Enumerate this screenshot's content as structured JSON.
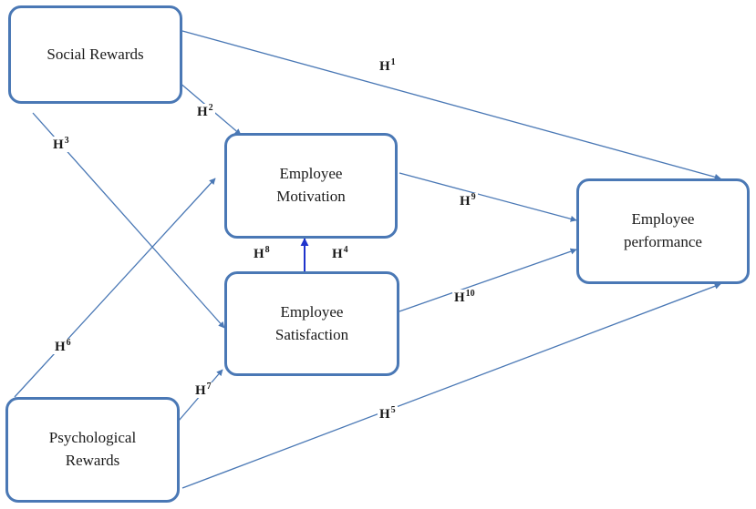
{
  "colors": {
    "box_border": "#4a78b5",
    "arrow": "#4a78b5",
    "direct_arrow": "#1f33cc",
    "text": "#1a1a1a",
    "background": "#ffffff"
  },
  "nodes": {
    "social_rewards": {
      "line1": "Social Rewards"
    },
    "psychological_rewards": {
      "line1": "Psychological",
      "line2": "Rewards"
    },
    "employee_motivation": {
      "line1": "Employee",
      "line2": "Motivation"
    },
    "employee_satisfaction": {
      "line1": "Employee",
      "line2": "Satisfaction"
    },
    "employee_performance": {
      "line1": "Employee",
      "line2": "performance"
    }
  },
  "hypotheses": {
    "h1": {
      "letter": "H",
      "number": "1"
    },
    "h2": {
      "letter": "H",
      "number": "2"
    },
    "h3": {
      "letter": "H",
      "number": "3"
    },
    "h4": {
      "letter": "H",
      "number": "4"
    },
    "h5": {
      "letter": "H",
      "number": "5"
    },
    "h6": {
      "letter": "H",
      "number": "6"
    },
    "h7": {
      "letter": "H",
      "number": "7"
    },
    "h8": {
      "letter": "H",
      "number": "8"
    },
    "h9": {
      "letter": "H",
      "number": "9"
    },
    "h10": {
      "letter": "H",
      "number": "10"
    }
  }
}
